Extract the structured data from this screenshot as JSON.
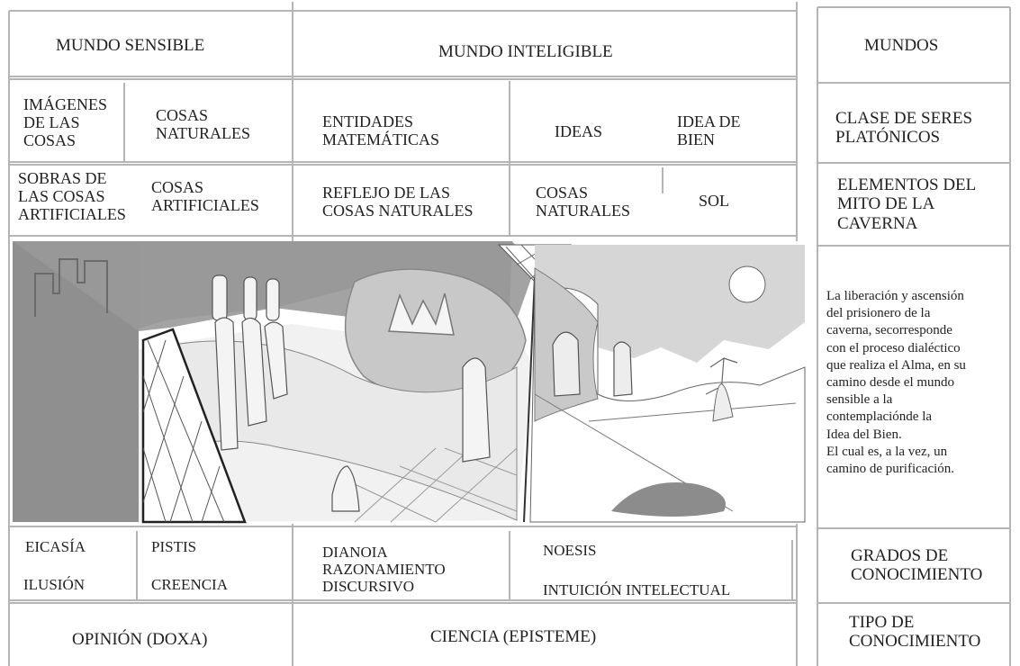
{
  "header": {
    "mundo_sensible": "MUNDO   SENSIBLE",
    "mundo_inteligible": "MUNDO   INTELIGIBLE",
    "mundos": "MUNDOS"
  },
  "seres": {
    "imagenes": "IMÁGENES\nDE LAS\nCOSAS",
    "cosas_naturales": "COSAS\nNATURALES",
    "entidades": "ENTIDADES\nMATEMÁTICAS",
    "ideas": "IDEAS",
    "idea_bien": "IDEA DE\nBIEN",
    "label": "CLASE DE SERES\nPLATÓNICOS"
  },
  "mito": {
    "sombras": "SOBRAS DE\nLAS COSAS\nARTIFICIALES",
    "cosas_artificiales": "COSAS\nARTIFICIALES",
    "reflejo": "REFLEJO DE LAS\nCOSAS NATURALES",
    "cosas_naturales": "COSAS\nNATURALES",
    "sol": "SOL",
    "label": "ELEMENTOS DEL\nMITO DE LA\nCAVERNA"
  },
  "description": "La liberación y ascensión\n del prisionero de la\n caverna, secorresponde\n con el proceso dialéctico\n que realiza el Alma, en su\ncamino desde el mundo\nsensible a la\ncontemplaciónde la\n Idea del Bien.\n El cual es, a la vez, un\n camino de purificación.",
  "grados": {
    "eicasia": "EICASÍA",
    "pistis": "PISTIS",
    "ilusion": "ILUSIÓN",
    "creencia": "CREENCIA",
    "dianoia": "DIANOIA\nRAZONAMIENTO\nDISCURSIVO",
    "noesis": "NOESIS",
    "intuicion": "INTUICIÓN INTELECTUAL",
    "label": "GRADOS DE\nCONOCIMIENTO"
  },
  "tipo": {
    "opinion": "OPINIÓN (DOXA)",
    "ciencia": "CIENCIA (EPISTEME)",
    "label": "TIPO DE\nCONOCIMIENTO"
  },
  "colors": {
    "line": "#b5b5b5",
    "dark_gray": "#8f8f8f",
    "mid_gray": "#c4c4c4",
    "light_gray": "#dedede",
    "pale_gray": "#eaeaea"
  }
}
